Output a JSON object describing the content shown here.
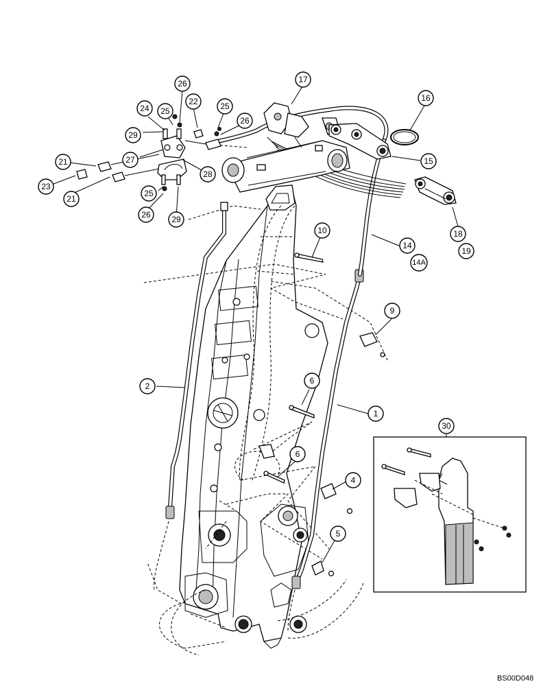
{
  "callouts": [
    {
      "id": "c1",
      "label": "1"
    },
    {
      "id": "c2",
      "label": "2"
    },
    {
      "id": "c4",
      "label": "4"
    },
    {
      "id": "c5",
      "label": "5"
    },
    {
      "id": "c6a",
      "label": "6"
    },
    {
      "id": "c6b",
      "label": "6"
    },
    {
      "id": "c9",
      "label": "9"
    },
    {
      "id": "c10",
      "label": "10"
    },
    {
      "id": "c14",
      "label": "14"
    },
    {
      "id": "c14a",
      "label": "14A"
    },
    {
      "id": "c15",
      "label": "15"
    },
    {
      "id": "c16",
      "label": "16"
    },
    {
      "id": "c17",
      "label": "17"
    },
    {
      "id": "c18",
      "label": "18"
    },
    {
      "id": "c19",
      "label": "19"
    },
    {
      "id": "c21a",
      "label": "21"
    },
    {
      "id": "c21b",
      "label": "21"
    },
    {
      "id": "c22",
      "label": "22"
    },
    {
      "id": "c23",
      "label": "23"
    },
    {
      "id": "c24",
      "label": "24"
    },
    {
      "id": "c25a",
      "label": "25"
    },
    {
      "id": "c25b",
      "label": "25"
    },
    {
      "id": "c25c",
      "label": "25"
    },
    {
      "id": "c26a",
      "label": "26"
    },
    {
      "id": "c26b",
      "label": "26"
    },
    {
      "id": "c26c",
      "label": "26"
    },
    {
      "id": "c27",
      "label": "27"
    },
    {
      "id": "c28",
      "label": "28"
    },
    {
      "id": "c29a",
      "label": "29"
    },
    {
      "id": "c29b",
      "label": "29"
    },
    {
      "id": "c30",
      "label": "30"
    }
  ],
  "document_id": "BS00D048"
}
